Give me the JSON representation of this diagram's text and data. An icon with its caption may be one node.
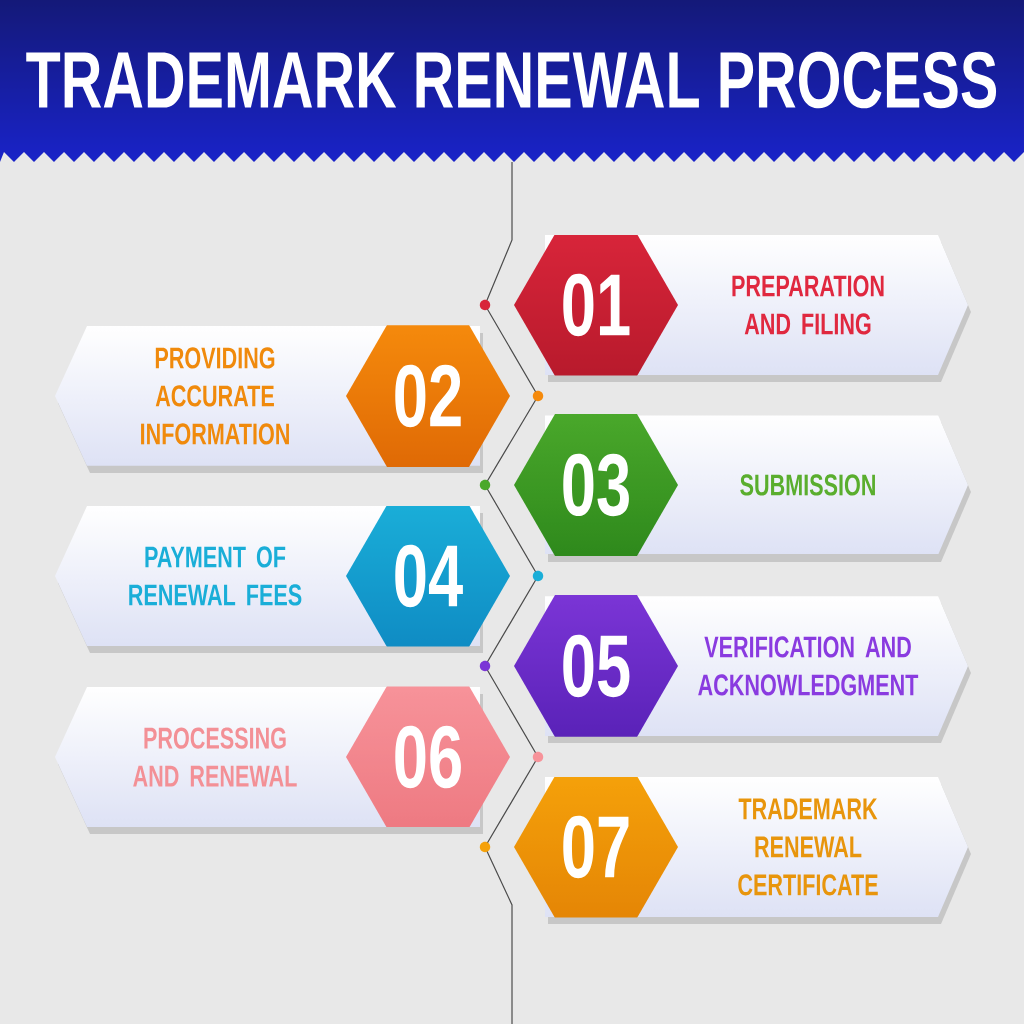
{
  "diagram": {
    "title": "TRADEMARK RENEWAL PROCESS",
    "nodes": [
      {
        "text": [
          "PREPARATION AND FILING"
        ]
      },
      {
        "text": [
          "01"
        ],
        "in": 0
      },
      {
        "text": [
          "PROVIDING ACCURATE INFORMATION"
        ]
      },
      {
        "text": [
          "02"
        ],
        "in": 2
      },
      {
        "text": [
          "SUBMISSION"
        ]
      },
      {
        "text": [
          "03"
        ],
        "in": 4
      },
      {
        "text": [
          "PAYMENT OF RENEWAL FEES"
        ]
      },
      {
        "text": [
          "04"
        ],
        "in": 6
      },
      {
        "text": [
          "VERIFICATION AND ACKNOWLEDGMENT"
        ]
      },
      {
        "text": [
          "05"
        ],
        "in": 8
      },
      {
        "text": [
          "PROCESSING AND RENEWAL"
        ]
      },
      {
        "text": [
          "06"
        ],
        "in": 10
      },
      {
        "text": [
          "TRADEMARK RENEWAL CERTIFICATE"
        ]
      },
      {
        "text": [
          "07"
        ],
        "in": 12
      }
    ]
  }
}
